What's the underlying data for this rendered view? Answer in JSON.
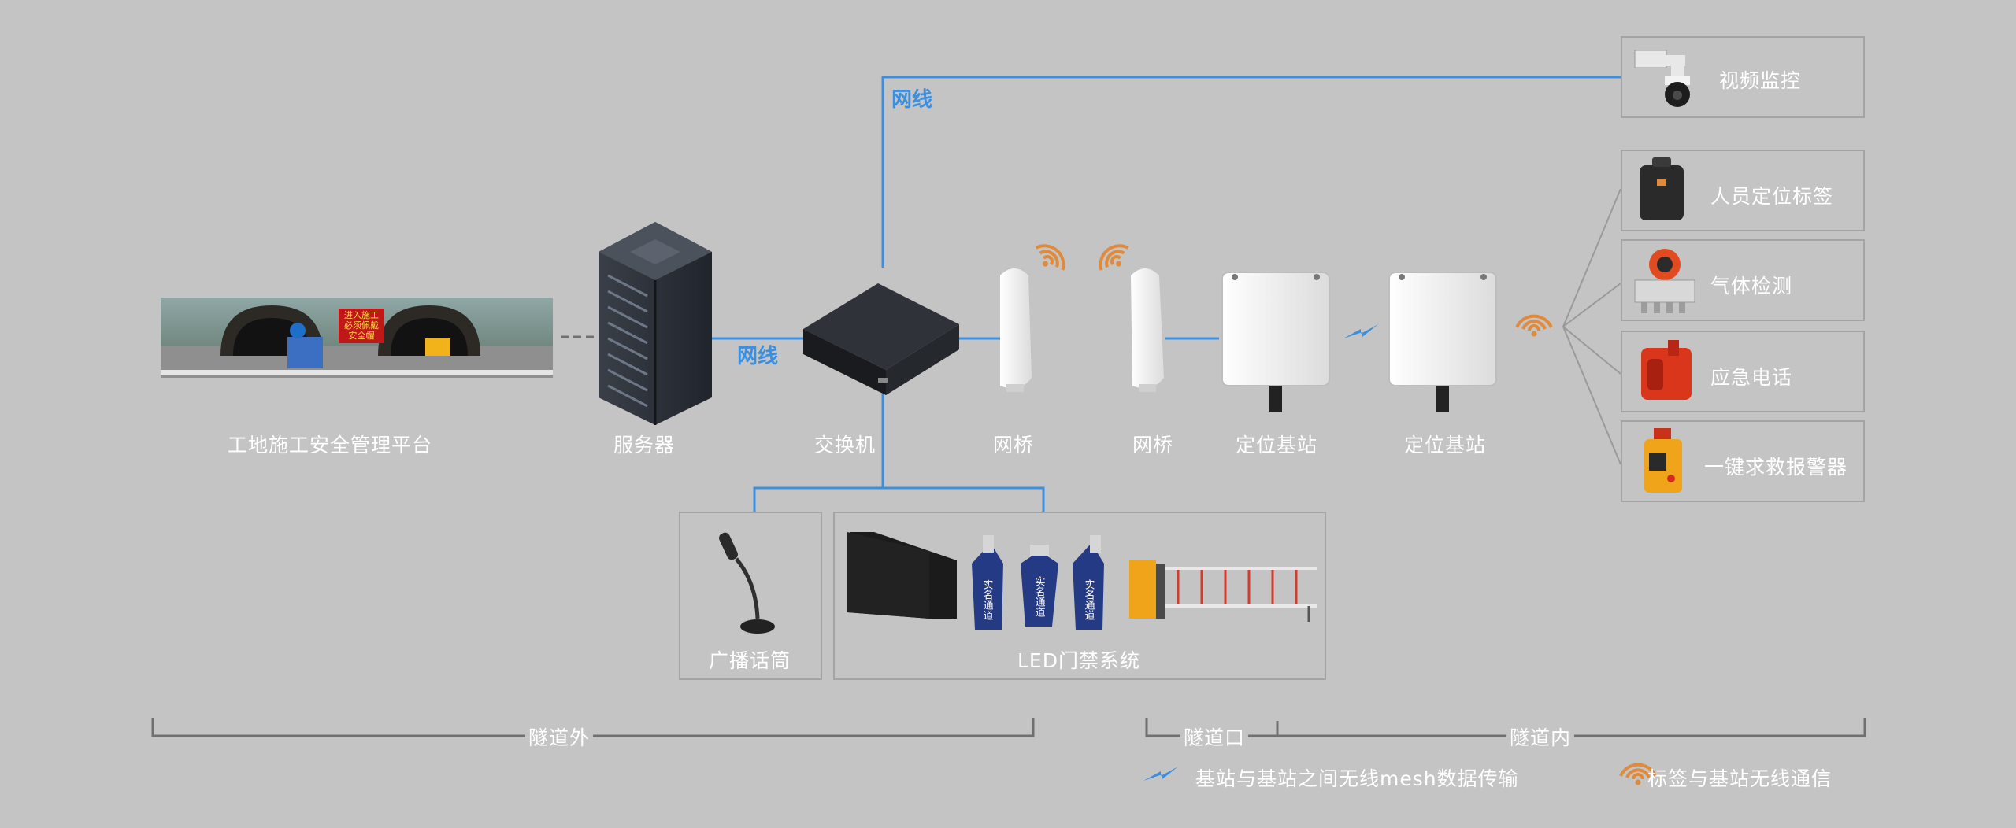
{
  "colors": {
    "background": "#c4c4c4",
    "network_line": "#3a8fe0",
    "wifi_orange": "#e08a3c",
    "label_white": "#ffffff",
    "bracket_gray": "#707070"
  },
  "network_labels": {
    "top": "网线",
    "server_switch": "网线"
  },
  "devices": {
    "platform": "工地施工安全管理平台",
    "server": "服务器",
    "switch": "交换机",
    "bridge1": "网桥",
    "bridge2": "网桥",
    "base1": "定位基站",
    "base2": "定位基站"
  },
  "platform_signs": [
    "进入施工",
    "必须佩戴",
    "安全帽"
  ],
  "right_items": {
    "video": "视频监控",
    "tag": "人员定位标签",
    "gas": "气体检测",
    "phone": "应急电话",
    "alarm": "一键求救报警器"
  },
  "bottom_items": {
    "mic": "广播话筒",
    "led": "LED门禁系统",
    "gate_text": "实名通道"
  },
  "zones": {
    "outside": "隧道外",
    "entrance": "隧道口",
    "inside": "隧道内"
  },
  "legend": {
    "mesh": "基站与基站之间无线mesh数据传输",
    "tag_comm": "标签与基站无线通信"
  },
  "icons": [
    "wifi-signal-icon",
    "lightning-icon",
    "speed-dome-camera-icon",
    "microphone-icon"
  ]
}
